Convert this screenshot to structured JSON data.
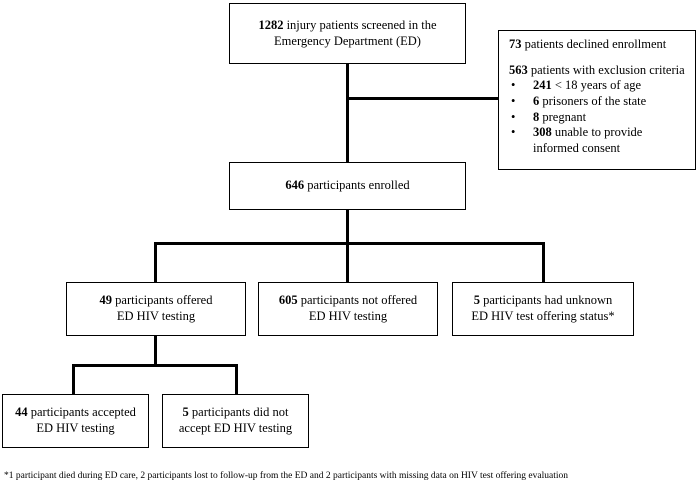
{
  "screened": {
    "n": "1282",
    "text_line1": "injury patients screened in the",
    "text_line2": "Emergency Department (ED)"
  },
  "exclusions": {
    "declined_n": "73",
    "declined_text": "patients declined enrollment",
    "criteria_n": "563",
    "criteria_text": "patients with exclusion criteria",
    "items": [
      {
        "n": "241",
        "text": "< 18 years of age"
      },
      {
        "n": "6",
        "text": "prisoners of the state"
      },
      {
        "n": "8",
        "text": "pregnant"
      },
      {
        "n": "308",
        "text": "unable to provide informed consent"
      }
    ]
  },
  "enrolled": {
    "n": "646",
    "text": "participants enrolled"
  },
  "offered": {
    "n": "49",
    "text_line1": "participants offered",
    "text_line2": "ED HIV testing"
  },
  "not_offered": {
    "n": "605",
    "text_line1": " participants not offered",
    "text_line2": "ED HIV testing"
  },
  "unknown": {
    "n": "5",
    "text_line1": "participants had unknown",
    "text_line2": "ED HIV test offering status*"
  },
  "accepted": {
    "n": "44",
    "text_line1": "participants accepted",
    "text_line2": "ED HIV testing"
  },
  "not_accepted": {
    "n": "5",
    "text_line1": "participants did not",
    "text_line2": "accept ED HIV testing"
  },
  "footnote": "*1 participant died during ED care, 2 participants lost to follow-up from the ED and 2 participants with missing data on HIV test offering evaluation"
}
